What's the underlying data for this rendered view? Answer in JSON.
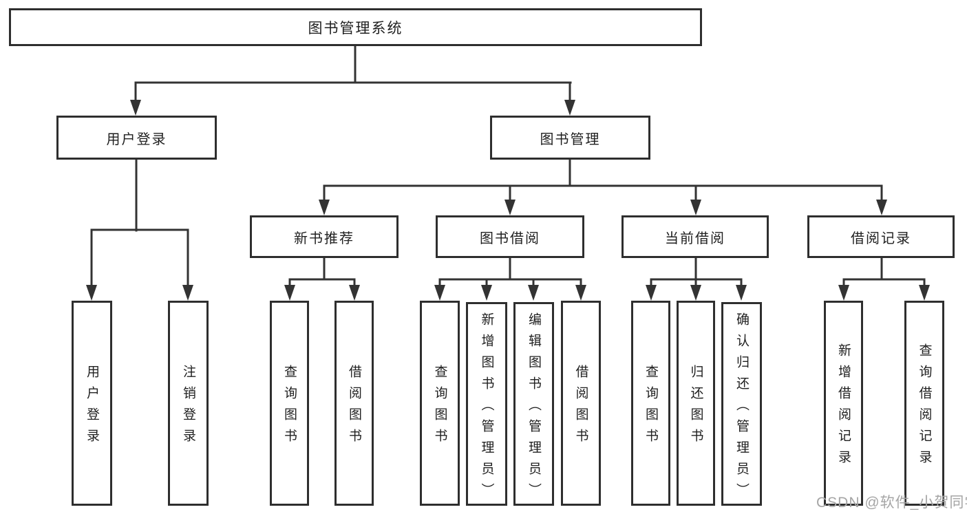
{
  "diagram": {
    "type": "hierarchy-tree",
    "tree": {
      "root": {
        "label": "图书管理系统",
        "children": [
          {
            "label": "用户登录",
            "children": [
              {
                "label": "用户登录"
              },
              {
                "label": "注销登录"
              }
            ]
          },
          {
            "label": "图书管理",
            "children": [
              {
                "label": "新书推荐",
                "children": [
                  {
                    "label": "查询图书"
                  },
                  {
                    "label": "借阅图书"
                  }
                ]
              },
              {
                "label": "图书借阅",
                "children": [
                  {
                    "label": "查询图书"
                  },
                  {
                    "label": "新增图书（管理员）"
                  },
                  {
                    "label": "编辑图书（管理员）"
                  },
                  {
                    "label": "借阅图书"
                  }
                ]
              },
              {
                "label": "当前借阅",
                "children": [
                  {
                    "label": "查询图书"
                  },
                  {
                    "label": "归还图书"
                  },
                  {
                    "label": "确认归还（管理员）"
                  }
                ]
              },
              {
                "label": "借阅记录",
                "children": [
                  {
                    "label": "新增借阅记录"
                  },
                  {
                    "label": "查询借阅记录"
                  }
                ]
              }
            ]
          }
        ]
      }
    },
    "colors": {
      "box_border": "#2e2e2e",
      "connector_line": "#333333",
      "text": "#1f1f1f",
      "watermark": "#a5a5a5",
      "background": "#ffffff"
    }
  },
  "watermark": {
    "text": "CSDN @软件_小贺同学"
  }
}
